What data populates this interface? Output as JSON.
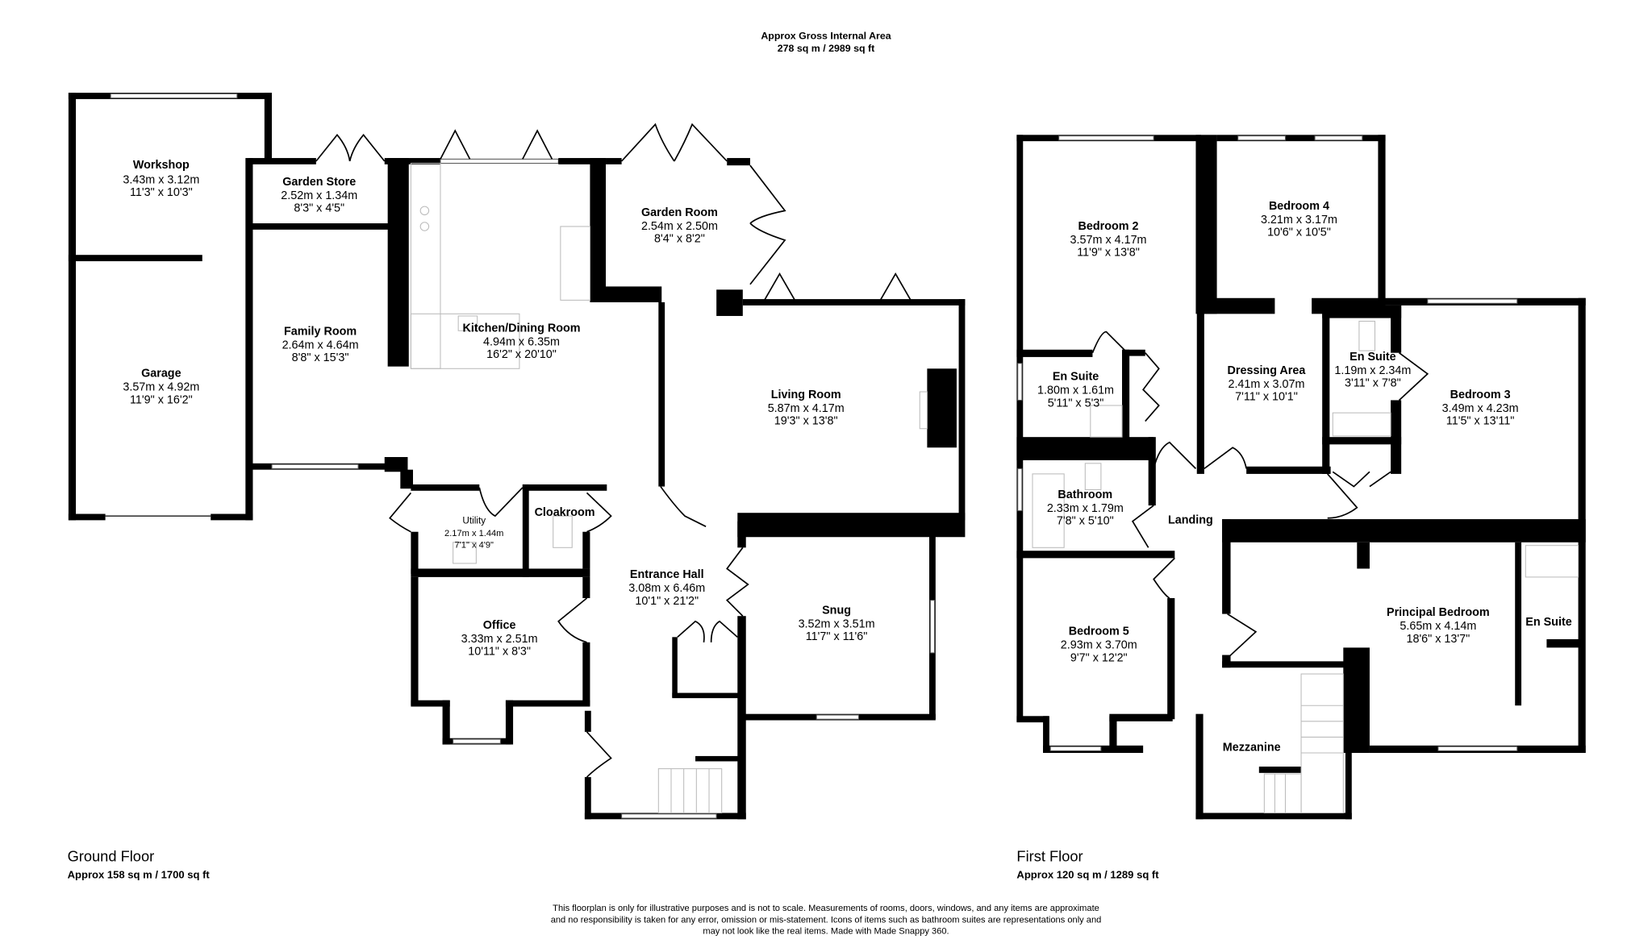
{
  "header": {
    "title": "Approx Gross Internal Area",
    "area": "278 sq m / 2989 sq ft"
  },
  "ground_floor": {
    "label": "Ground Floor",
    "area": "Approx 158 sq m / 1700 sq ft",
    "rooms": [
      {
        "name": "Workshop",
        "metric": "3.43m x 3.12m",
        "imperial": "11'3\" x 10'3\""
      },
      {
        "name": "Garden Store",
        "metric": "2.52m x 1.34m",
        "imperial": "8'3\" x 4'5\""
      },
      {
        "name": "Family Room",
        "metric": "2.64m x 4.64m",
        "imperial": "8'8\" x 15'3\""
      },
      {
        "name": "Garage",
        "metric": "3.57m x 4.92m",
        "imperial": "11'9\" x 16'2\""
      },
      {
        "name": "Kitchen/Dining Room",
        "metric": "4.94m x 6.35m",
        "imperial": "16'2\" x 20'10\""
      },
      {
        "name": "Garden Room",
        "metric": "2.54m x 2.50m",
        "imperial": "8'4\" x 8'2\""
      },
      {
        "name": "Living Room",
        "metric": "5.87m x 4.17m",
        "imperial": "19'3\" x 13'8\""
      },
      {
        "name": "Utility",
        "metric": "2.17m x 1.44m",
        "imperial": "7'1\" x 4'9\""
      },
      {
        "name": "Cloakroom"
      },
      {
        "name": "Entrance Hall",
        "metric": "3.08m x 6.46m",
        "imperial": "10'1\" x 21'2\""
      },
      {
        "name": "Office",
        "metric": "3.33m x 2.51m",
        "imperial": "10'11\" x 8'3\""
      },
      {
        "name": "Snug",
        "metric": "3.52m x 3.51m",
        "imperial": "11'7\" x 11'6\""
      }
    ]
  },
  "first_floor": {
    "label": "First Floor",
    "area": "Approx 120 sq m / 1289 sq ft",
    "rooms": [
      {
        "name": "Bedroom 2",
        "metric": "3.57m x 4.17m",
        "imperial": "11'9\" x 13'8\""
      },
      {
        "name": "Bedroom 4",
        "metric": "3.21m x 3.17m",
        "imperial": "10'6\" x 10'5\""
      },
      {
        "name": "En Suite",
        "metric": "1.80m x 1.61m",
        "imperial": "5'11\" x 5'3\""
      },
      {
        "name": "Dressing Area",
        "metric": "2.41m x 3.07m",
        "imperial": "7'11\" x 10'1\""
      },
      {
        "name": "En Suite",
        "metric": "1.19m x 2.34m",
        "imperial": "3'11\" x 7'8\""
      },
      {
        "name": "Bedroom 3",
        "metric": "3.49m x 4.23m",
        "imperial": "11'5\" x 13'11\""
      },
      {
        "name": "Bathroom",
        "metric": "2.33m x 1.79m",
        "imperial": "7'8\" x 5'10\""
      },
      {
        "name": "Landing"
      },
      {
        "name": "Bedroom 5",
        "metric": "2.93m x 3.70m",
        "imperial": "9'7\" x 12'2\""
      },
      {
        "name": "Principal Bedroom",
        "metric": "5.65m x 4.14m",
        "imperial": "18'6\" x 13'7\""
      },
      {
        "name": "En Suite"
      },
      {
        "name": "Mezzanine"
      }
    ]
  },
  "disclaimer": [
    "This floorplan is only for illustrative purposes and is not to scale. Measurements of rooms, doors, windows, and any items are approximate",
    "and no responsibility is taken for any error, omission or mis-statement. Icons of items such as bathroom suites are representations only and",
    "may not look like the real items. Made with Made Snappy 360."
  ]
}
